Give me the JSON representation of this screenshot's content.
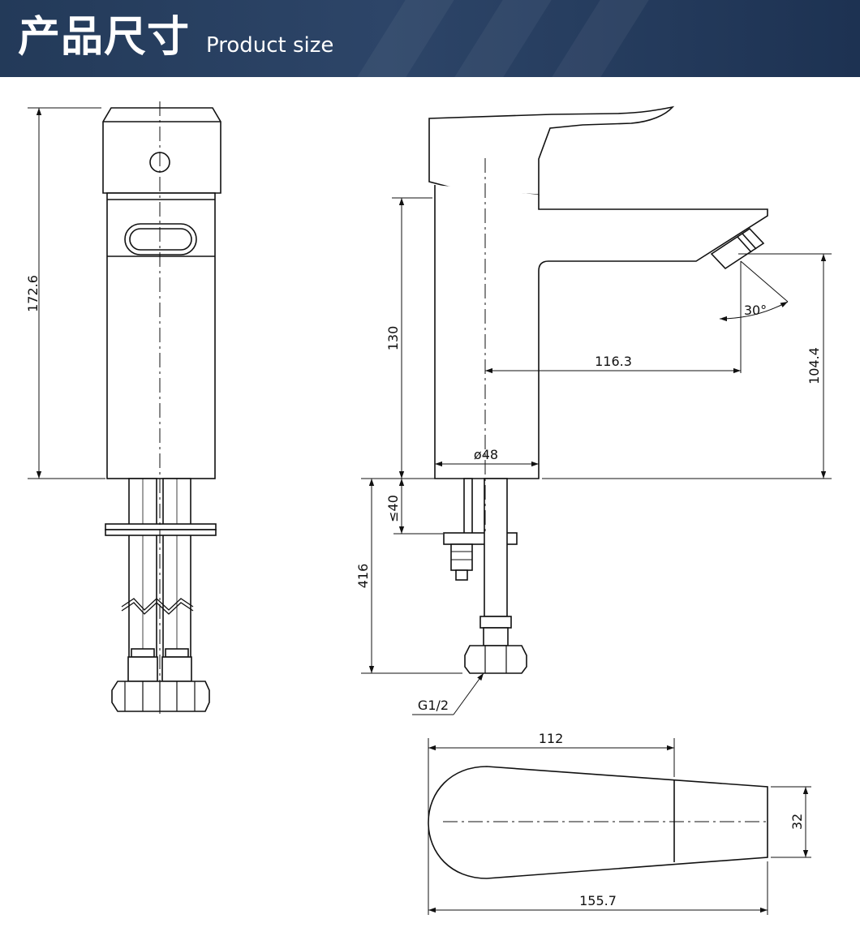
{
  "header": {
    "title_cn": "产品尺寸",
    "title_en": "Product size",
    "bg_color": "#233a59"
  },
  "dimensions": {
    "total_height": "172.6",
    "body_height": "130",
    "spout_reach": "116.3",
    "spout_height": "104.4",
    "spray_angle": "30°",
    "diameter": "ø48",
    "max_deck": "≤40",
    "hose_length": "416",
    "thread": "G1/2",
    "handle_length": "112",
    "total_length": "155.7",
    "width": "32"
  }
}
